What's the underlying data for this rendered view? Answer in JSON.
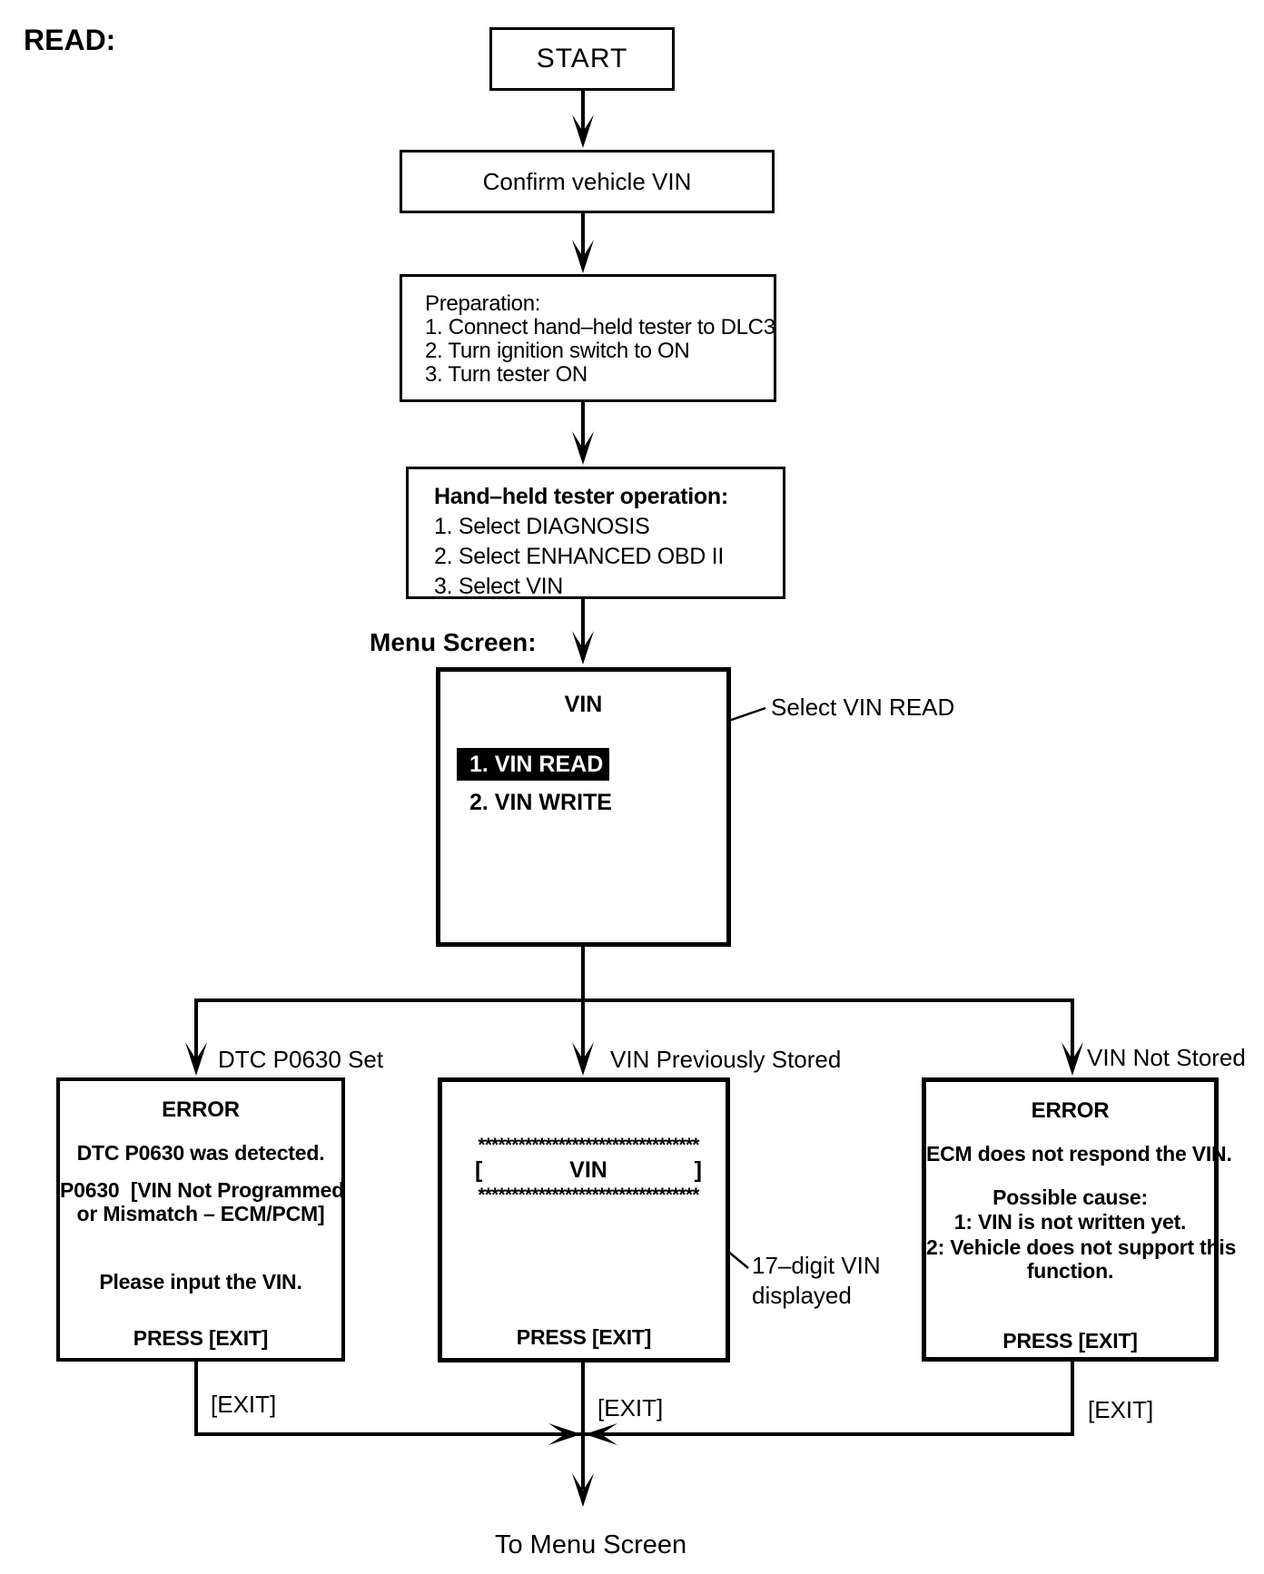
{
  "page": {
    "heading": "READ:",
    "menu_screen_label": "Menu Screen:",
    "footer_label": "To Menu Screen"
  },
  "colors": {
    "line": "#000000",
    "background": "#ffffff",
    "highlight_bg": "#000000",
    "highlight_text": "#ffffff"
  },
  "flow": {
    "start": {
      "label": "START"
    },
    "confirm": {
      "label": "Confirm vehicle VIN"
    },
    "preparation": {
      "title": "Preparation:",
      "steps": [
        "1. Connect hand–held tester to DLC3",
        "2. Turn ignition switch to ON",
        "3. Turn tester ON"
      ]
    },
    "tester_operation": {
      "title": "Hand–held tester operation:",
      "steps": [
        "1. Select DIAGNOSIS",
        "2. Select ENHANCED OBD II",
        "3. Select VIN"
      ]
    },
    "menu": {
      "title": "VIN",
      "items": [
        {
          "label": "1. VIN READ",
          "selected": true
        },
        {
          "label": "2. VIN WRITE",
          "selected": false
        }
      ],
      "callout": "Select VIN READ"
    }
  },
  "branches": {
    "left": {
      "condition": "DTC P0630 Set",
      "box": {
        "title": "ERROR",
        "line1": "DTC P0630 was detected.",
        "line2": "P0630  [VIN Not Programmed",
        "line3": "or Mismatch – ECM/PCM]",
        "line4": "Please input the VIN.",
        "press": "PRESS [EXIT]"
      },
      "exit_label": "[EXIT]"
    },
    "middle": {
      "condition": "VIN Previously Stored",
      "box": {
        "border_row": "*********************************",
        "bracket_open": "[",
        "vin_label": "VIN",
        "bracket_close": "]",
        "press": "PRESS [EXIT]"
      },
      "callout_line1": "17–digit VIN",
      "callout_line2": "displayed",
      "exit_label": "[EXIT]"
    },
    "right": {
      "condition": "VIN Not Stored",
      "box": {
        "title": "ERROR",
        "line1": "ECM does not respond the VIN.",
        "line2": "Possible cause:",
        "line3": "1: VIN is not written yet.",
        "line4": "2: Vehicle does not support this",
        "line5": "function.",
        "press": "PRESS [EXIT]"
      },
      "exit_label": "[EXIT]"
    }
  }
}
